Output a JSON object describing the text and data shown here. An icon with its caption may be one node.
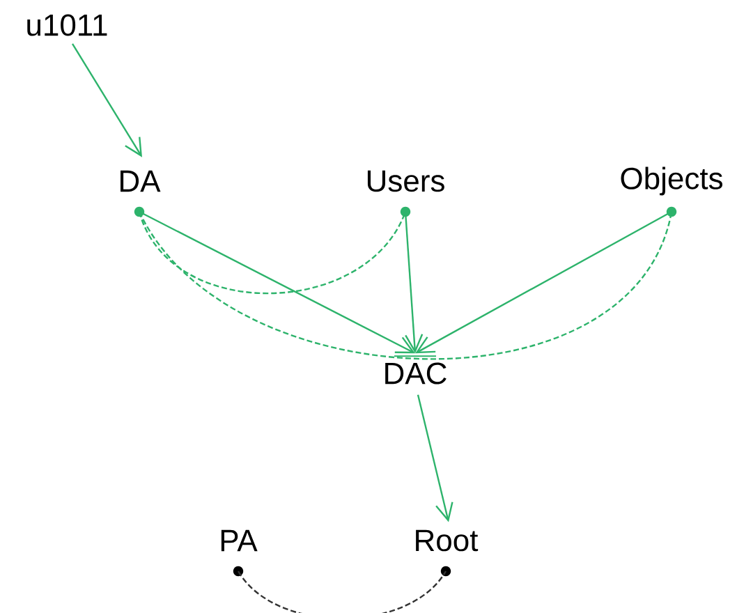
{
  "diagram": {
    "nodes": [
      {
        "text": [
          "u1011"
        ]
      },
      {
        "text": [
          "DA"
        ]
      },
      {
        "text": [
          "Users"
        ]
      },
      {
        "text": [
          "Objects"
        ]
      },
      {
        "text": [
          "DAC"
        ]
      },
      {
        "text": [
          "PA"
        ]
      },
      {
        "text": [
          "Root"
        ]
      }
    ],
    "edges": [
      {
        "from": 0,
        "to": 1,
        "arrow": "to"
      },
      {
        "from": 1,
        "to": 4,
        "arrow": "to"
      },
      {
        "from": 2,
        "to": 4,
        "arrow": "to"
      },
      {
        "from": 3,
        "to": 4,
        "arrow": "to"
      },
      {
        "from": 1,
        "to": 2,
        "arrow": "none",
        "style": "dashed"
      },
      {
        "from": 1,
        "to": 3,
        "arrow": "none",
        "style": "dashed"
      },
      {
        "from": 4,
        "to": 6,
        "arrow": "to"
      },
      {
        "from": 5,
        "to": 6,
        "arrow": "none",
        "style": "dashed",
        "color": "#333333"
      }
    ]
  }
}
